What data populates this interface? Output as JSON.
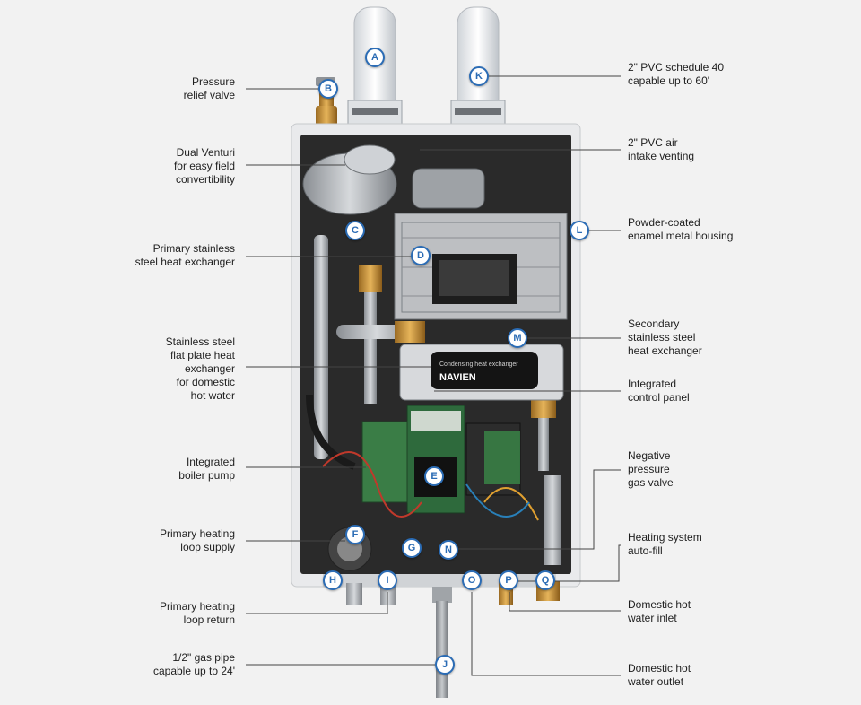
{
  "colors": {
    "marker_ring": "#2b6cb5",
    "leader": "#444444",
    "housing": "#e9eaec",
    "frame": "#2a2a2a"
  },
  "device": {
    "brand_plate_text": "Condensing heat exchanger",
    "brand_name": "NAVIEN"
  },
  "markers": {
    "A": "A",
    "B": "B",
    "C": "C",
    "D": "D",
    "E": "E",
    "F": "F",
    "G": "G",
    "H": "H",
    "I": "I",
    "J": "J",
    "K": "K",
    "L": "L",
    "M": "M",
    "N": "N",
    "O": "O",
    "P": "P",
    "Q": "Q"
  },
  "labels": {
    "pressure_relief": [
      "Pressure",
      "relief valve"
    ],
    "dual_venturi": [
      "Dual Venturi",
      "for easy field",
      "convertibility"
    ],
    "primary_hx": [
      "Primary stainless",
      "steel heat exchanger"
    ],
    "flat_plate_hx": [
      "Stainless steel",
      "flat plate heat",
      "exchanger",
      "for domestic",
      "hot water"
    ],
    "boiler_pump": [
      "Integrated",
      "boiler pump"
    ],
    "loop_supply": [
      "Primary heating",
      "loop supply"
    ],
    "loop_return": [
      "Primary heating",
      "loop return"
    ],
    "gas_pipe": [
      "1/2\" gas pipe",
      "capable up to 24'"
    ],
    "pvc_exhaust": [
      "2\" PVC schedule 40",
      "capable up to 60'"
    ],
    "pvc_intake": [
      "2\" PVC air",
      "intake venting"
    ],
    "housing": [
      "Powder-coated",
      "enamel metal housing"
    ],
    "secondary_hx": [
      "Secondary",
      "stainless steel",
      "heat exchanger"
    ],
    "control_panel": [
      "Integrated",
      "control panel"
    ],
    "gas_valve": [
      "Negative",
      "pressure",
      "gas valve"
    ],
    "auto_fill": [
      "Heating system",
      "auto-fill"
    ],
    "dhw_inlet": [
      "Domestic hot",
      "water inlet"
    ],
    "dhw_outlet": [
      "Domestic hot",
      "water outlet"
    ]
  }
}
